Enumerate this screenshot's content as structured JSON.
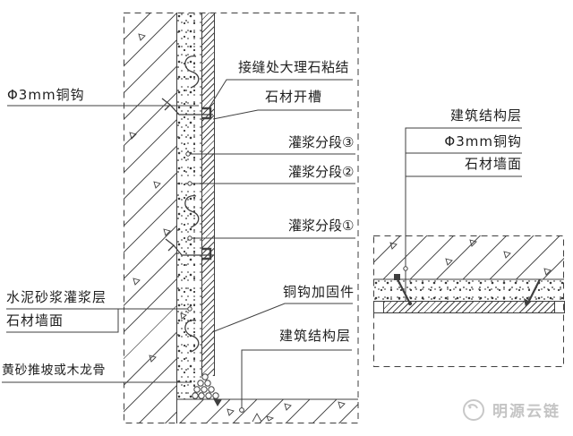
{
  "drawing": {
    "main_labels_left": {
      "copper_hook_3mm": "Φ3mm铜钩",
      "cement_mortar_grout_layer": "水泥砂浆灌浆层",
      "stone_wall_surface": "石材墙面",
      "sand_slope_or_wood_keel": "黄砂推坡或木龙骨"
    },
    "main_labels_right": {
      "joint_marble_bonding": "接缝处大理石粘结",
      "stone_slotting": "石材开槽",
      "grout_section_3": "灌浆分段③",
      "grout_section_2": "灌浆分段②",
      "grout_section_1": "灌浆分段①",
      "copper_hook_fastener": "铜钩加固件",
      "building_structure_layer": "建筑结构层"
    },
    "side_labels": {
      "building_structure_layer": "建筑结构层",
      "copper_hook_3mm": "Φ3mm铜钩",
      "stone_wall_surface": "石材墙面"
    }
  },
  "watermark": {
    "text": "明源云链"
  },
  "colors": {
    "line": "#3f3f3f",
    "text": "#1f1f1f",
    "watermark": "#c4c4c4",
    "background": "#ffffff"
  }
}
